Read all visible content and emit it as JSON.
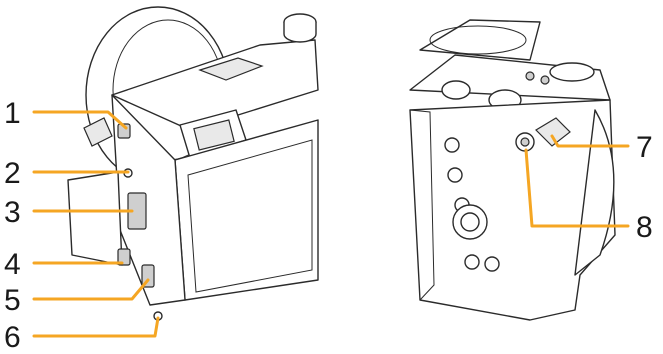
{
  "colors": {
    "leader": "#f5a623",
    "ink": "#2b2b2b",
    "text": "#1a1a1a"
  },
  "callouts": [
    {
      "number": "1"
    },
    {
      "number": "2"
    },
    {
      "number": "3"
    },
    {
      "number": "4"
    },
    {
      "number": "5"
    },
    {
      "number": "6"
    },
    {
      "number": "7"
    },
    {
      "number": "8"
    }
  ]
}
